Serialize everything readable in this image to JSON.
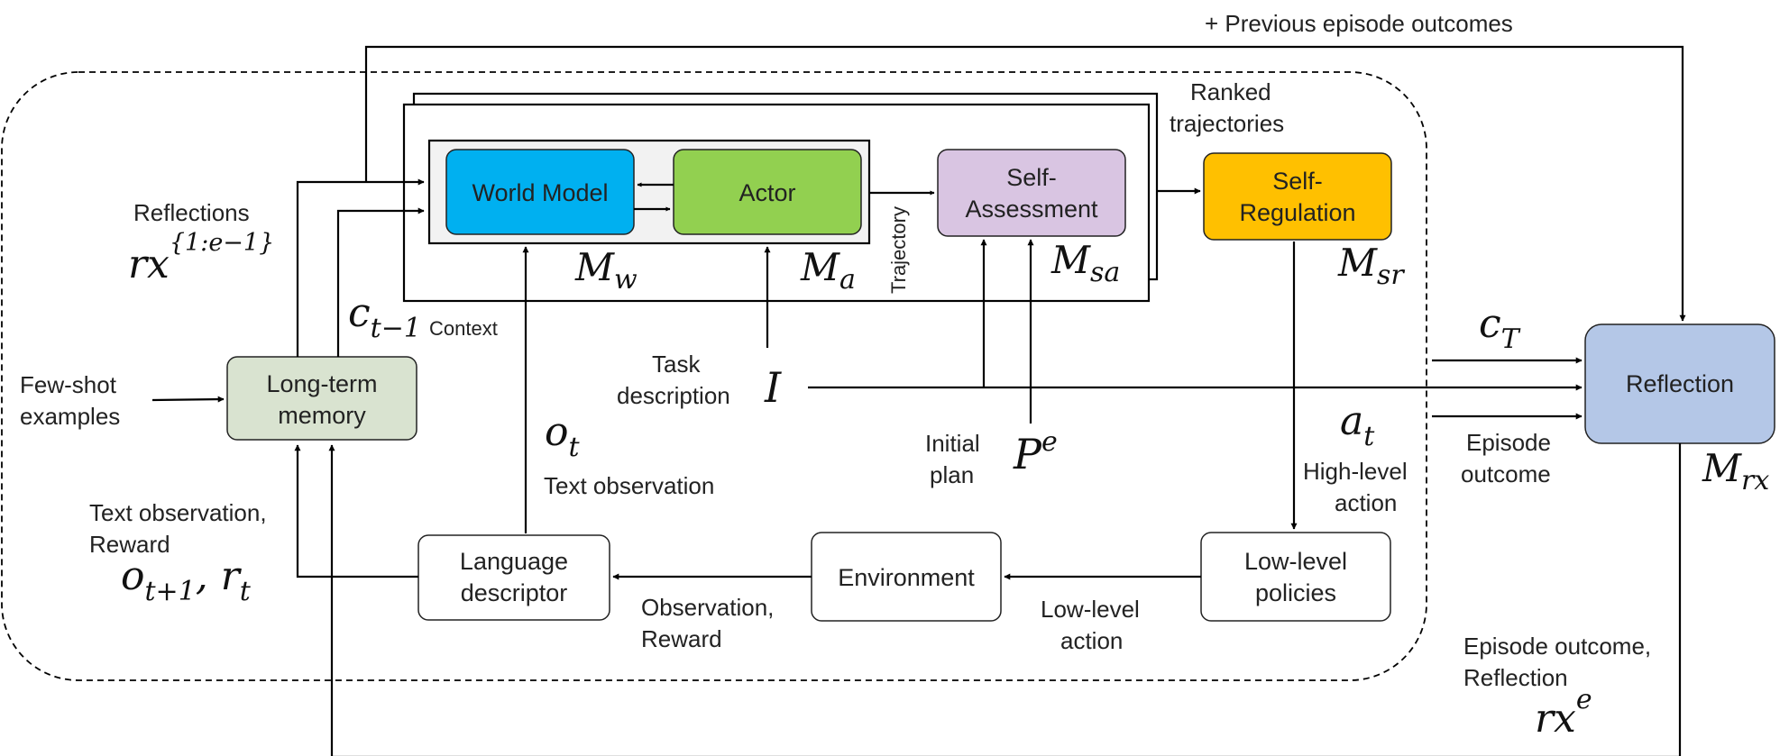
{
  "colors": {
    "world_model": "#00B0F0",
    "actor": "#92D050",
    "self_assessment": "#D9C5E2",
    "self_regulation": "#FFC000",
    "reflection": "#B4C7E7",
    "long_term_memory": "#D9E3D0",
    "inner_panel": "#F2F2F2"
  },
  "top_label": "+ Previous episode outcomes",
  "boxes": {
    "world_model": "World Model",
    "actor": "Actor",
    "self_assessment": [
      "Self-",
      "Assessment"
    ],
    "self_regulation": [
      "Self-",
      "Regulation"
    ],
    "reflection": "Reflection",
    "long_term_memory": [
      "Long-term",
      "memory"
    ],
    "language_descriptor": [
      "Language",
      "descriptor"
    ],
    "environment": "Environment",
    "low_level_policies": [
      "Low-level",
      "policies"
    ]
  },
  "labels": {
    "ranked_trajectories": [
      "Ranked",
      "trajectories"
    ],
    "reflections": "Reflections",
    "few_shot_examples": [
      "Few-shot",
      "examples"
    ],
    "context": "Context",
    "trajectory": "Trajectory",
    "task_description": [
      "Task",
      "description"
    ],
    "initial_plan": [
      "Initial",
      "plan"
    ],
    "text_observation": "Text observation",
    "text_observation_reward": [
      "Text observation,",
      "Reward"
    ],
    "observation_reward": [
      "Observation,",
      "Reward"
    ],
    "low_level_action": [
      "Low-level",
      "action"
    ],
    "high_level_action": [
      "High-level",
      "action"
    ],
    "episode_outcome": [
      "Episode",
      "outcome"
    ],
    "episode_outcome_reflection": [
      "Episode outcome,",
      "Reflection"
    ]
  },
  "math": {
    "m_w": {
      "base": "M",
      "sub": "w"
    },
    "m_a": {
      "base": "M",
      "sub": "a"
    },
    "m_sa": {
      "base": "M",
      "sub": "sa"
    },
    "m_sr": {
      "base": "M",
      "sub": "sr"
    },
    "m_rx": {
      "base": "M",
      "sub": "rx"
    },
    "rx_prev": {
      "base": "rx",
      "sup": "{1:e−1}"
    },
    "c_prev": {
      "base": "c",
      "sub": "t−1"
    },
    "o_t": {
      "base": "o",
      "sub": "t"
    },
    "o_next_r": {
      "base": "o",
      "sub": "t+1",
      "mid": ", r",
      "sub2": "t"
    },
    "task": {
      "base": "I"
    },
    "plan": {
      "base": "P",
      "sup": "e"
    },
    "a_t": {
      "base": "a",
      "sub": "t"
    },
    "c_T": {
      "base": "c",
      "sub": "T"
    },
    "rx_e": {
      "base": "rx",
      "sup": "e"
    }
  }
}
